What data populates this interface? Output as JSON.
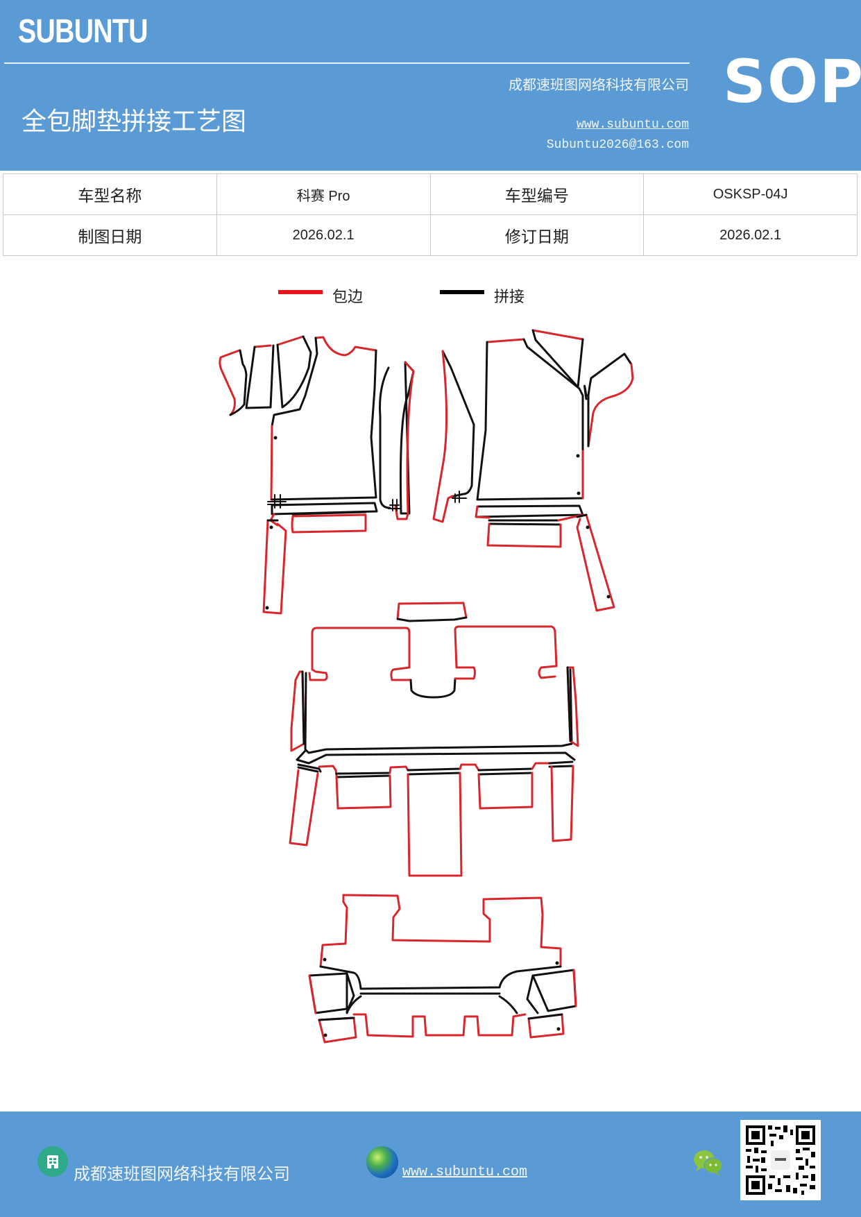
{
  "header": {
    "brand": "SUBUNTU",
    "title": "全包脚垫拼接工艺图",
    "company": "成都速班图网络科技有限公司",
    "website": "www.subuntu.com",
    "email": "Subuntu2026@163.com",
    "badge": "SOP",
    "background_color": "#5B9BD5"
  },
  "info_table": {
    "rows": [
      {
        "label1": "车型名称",
        "value1": "科赛 Pro",
        "label2": "车型编号",
        "value2": "OSKSP-04J"
      },
      {
        "label1": "制图日期",
        "value1": "2026.02.1",
        "label2": "修订日期",
        "value2": "2026.02.1"
      }
    ]
  },
  "legend": {
    "items": [
      {
        "label": "包边",
        "color": "#E8141B"
      },
      {
        "label": "拼接",
        "color": "#000000"
      }
    ]
  },
  "drawing": {
    "edge_color": "#D9262C",
    "seam_color": "#111111",
    "sections": [
      "front-left-mat",
      "front-right-mat",
      "second-row-mat",
      "third-row-mat"
    ]
  },
  "footer": {
    "company_icon": "building-icon",
    "company": "成都速班图网络科技有限公司",
    "web_icon": "globe-icon",
    "website": "www.subuntu.com",
    "wechat_icon": "wechat-icon",
    "qr_icon": "qr-code-icon"
  }
}
